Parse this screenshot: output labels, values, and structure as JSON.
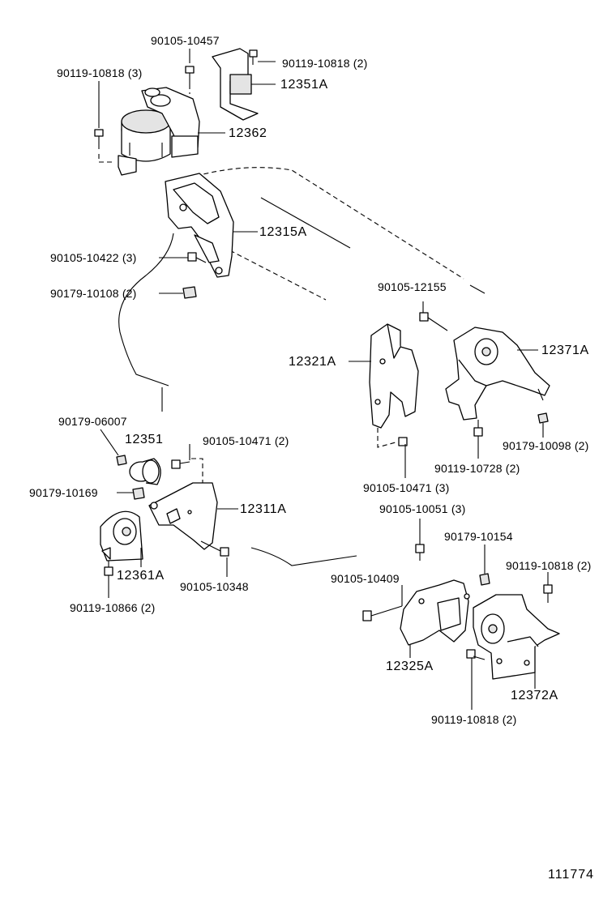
{
  "labels": {
    "p90105_10457": "90105-10457",
    "p90119_10818_3": "90119-10818 (3)",
    "p90119_10818_2_top": "90119-10818 (2)",
    "p12351A": "12351A",
    "p12362": "12362",
    "p12315A": "12315A",
    "p90105_10422": "90105-10422 (3)",
    "p90179_10108": "90179-10108 (2)",
    "p90105_12155": "90105-12155",
    "p12321A": "12321A",
    "p12371A": "12371A",
    "p90179_06007": "90179-06007",
    "p12351": "12351",
    "p90105_10471_2": "90105-10471 (2)",
    "p90179_10169": "90179-10169",
    "p12311A": "12311A",
    "p12361A": "12361A",
    "p90105_10348": "90105-10348",
    "p90119_10866": "90119-10866 (2)",
    "p90179_10098": "90179-10098 (2)",
    "p90119_10728": "90119-10728 (2)",
    "p90105_10471_3": "90105-10471 (3)",
    "p90105_10051": "90105-10051 (3)",
    "p90179_10154": "90179-10154",
    "p90119_10818_2_right": "90119-10818 (2)",
    "p90105_10409": "90105-10409",
    "p12325A": "12325A",
    "p12372A": "12372A",
    "p90119_10818_2_bottom": "90119-10818 (2)"
  },
  "footer": {
    "reference_number": "111774"
  }
}
